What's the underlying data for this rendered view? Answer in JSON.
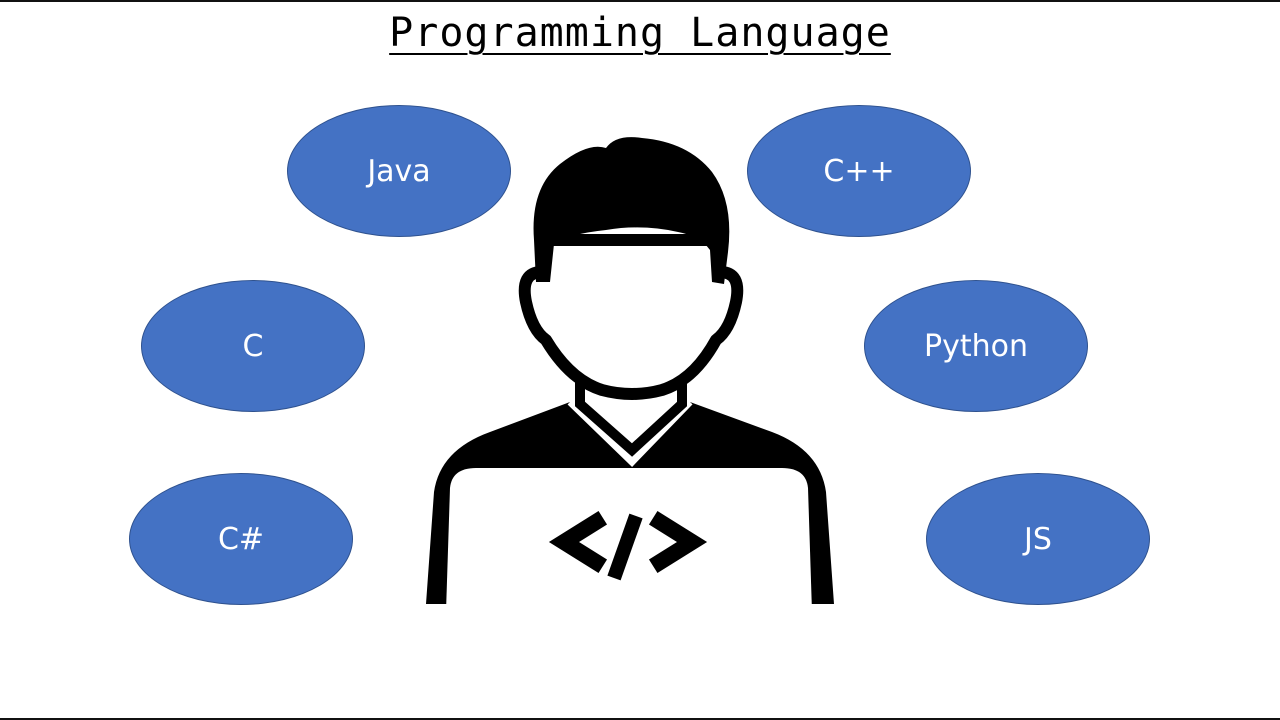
{
  "title": "Programming Language",
  "languages": [
    {
      "id": "java",
      "label": "Java"
    },
    {
      "id": "cpp",
      "label": "C++"
    },
    {
      "id": "c",
      "label": "C"
    },
    {
      "id": "python",
      "label": "Python"
    },
    {
      "id": "csharp",
      "label": "C#"
    },
    {
      "id": "js",
      "label": "JS"
    }
  ],
  "center_icon": {
    "name": "programmer-icon",
    "screen_symbol": "</>"
  },
  "colors": {
    "bubble": "#4472c4",
    "bubble_border": "#2f528f",
    "bubble_text": "#ffffff",
    "icon": "#000000",
    "background": "#ffffff"
  }
}
